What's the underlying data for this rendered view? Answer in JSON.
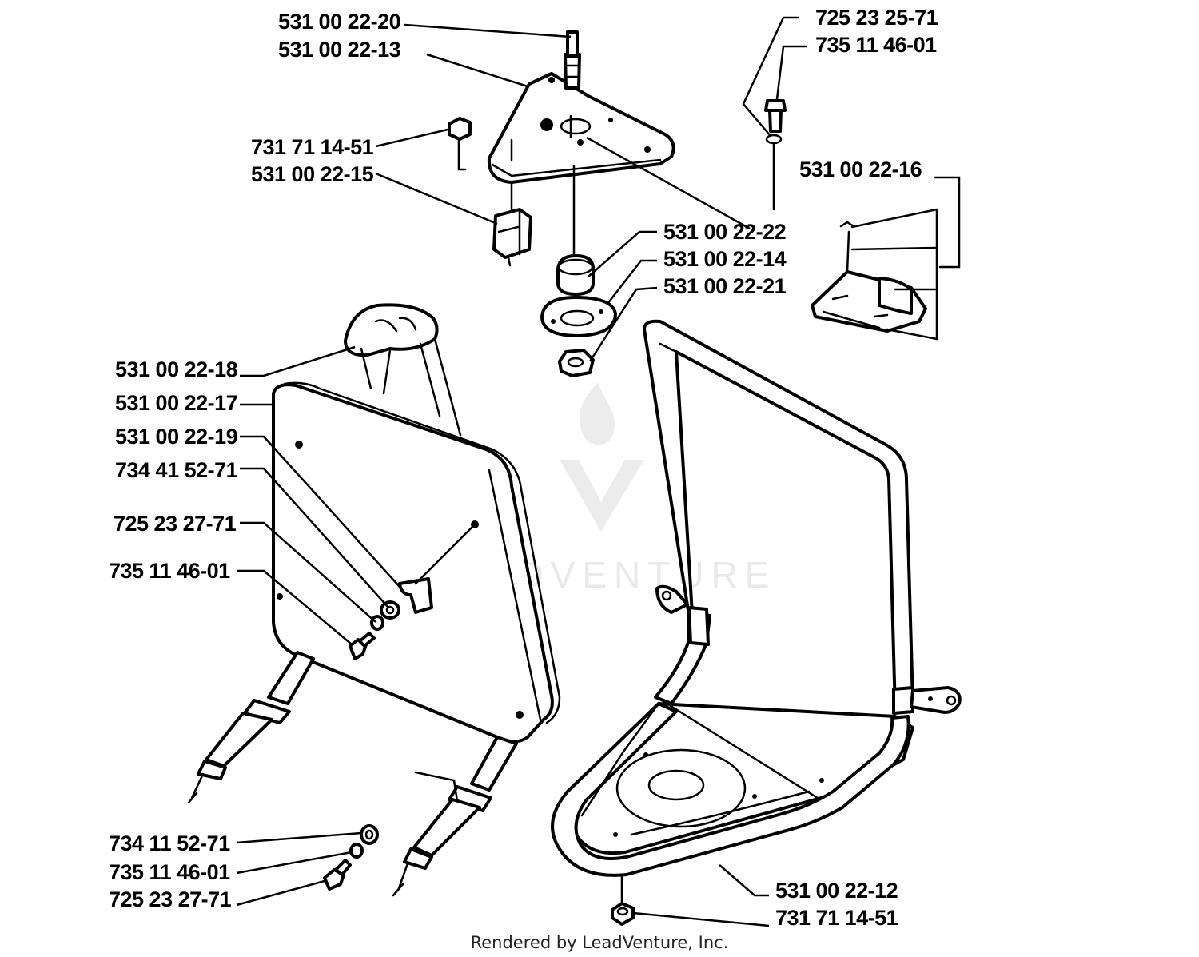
{
  "diagram": {
    "part_labels": [
      "531 00 22-20",
      "531 00 22-13",
      "731 71 14-51",
      "531 00 22-15",
      "725 23 25-71",
      "735 11 46-01",
      "531 00 22-16",
      "531 00 22-22",
      "531 00 22-14",
      "531 00 22-21",
      "531 00 22-18",
      "531 00 22-17",
      "531 00 22-19",
      "734 41 52-71",
      "725 23 27-71",
      "735 11 46-01",
      "734 11 52-71",
      "735 11 46-01",
      "725 23 27-71",
      "531 00 22-12",
      "731 71 14-51"
    ],
    "watermark": "LEADVENTURE",
    "credit": "Rendered by LeadVenture, Inc."
  }
}
